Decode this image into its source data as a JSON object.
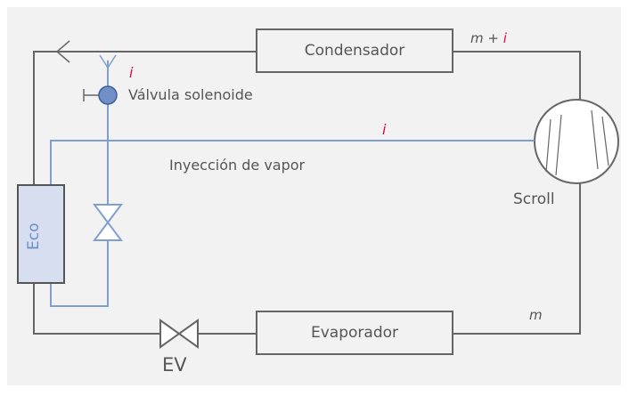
{
  "diagram": {
    "condensador": "Condensador",
    "evaporador": "Evaporador",
    "scroll": "Scroll",
    "eco": "Eco",
    "ev": "EV",
    "valvula_solenoide": "Válvula solenoide",
    "inyeccion_vapor": "Inyección de vapor",
    "flow_m_plus": "m +",
    "flow_i": "i",
    "flow_m": "m",
    "colors": {
      "main_line": "#666666",
      "injection_line": "#7f9fd0",
      "accent": "#d0104c",
      "eco_fill": "#d7def0"
    }
  }
}
